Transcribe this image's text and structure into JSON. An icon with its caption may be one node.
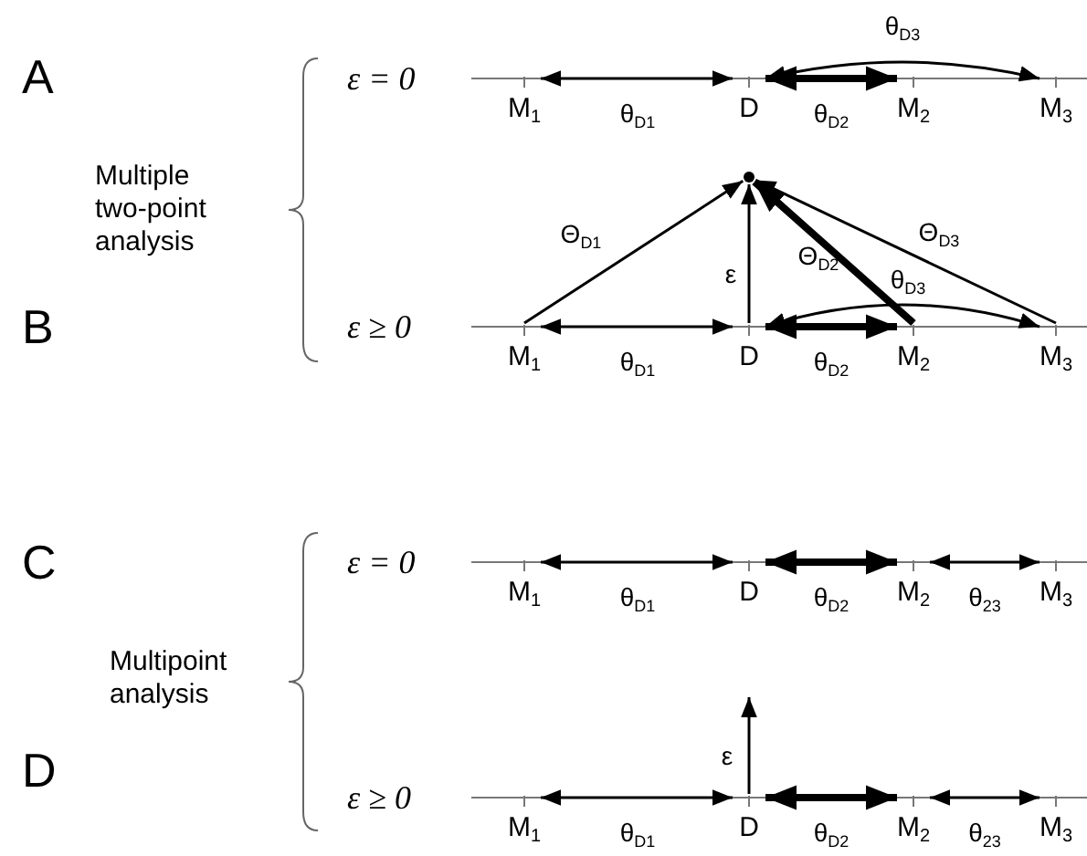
{
  "diagram": {
    "nodes": [
      {
        "text": [
          "M$_{1}$"
        ]
      },
      {
        "text": [
          "D"
        ]
      },
      {
        "text": [
          "M$_{2}$"
        ]
      },
      {
        "text": [
          "M$_{3}$"
        ]
      },
      {
        "text": [],
        "shape": "point"
      },
      {
        "text": [
          "M$_{1}$"
        ]
      },
      {
        "text": [
          "D"
        ]
      },
      {
        "text": [
          "M$_{2}$"
        ]
      },
      {
        "text": [
          "M$_{3}$"
        ]
      },
      {
        "text": [
          "M$_{1}$"
        ]
      },
      {
        "text": [
          "D"
        ]
      },
      {
        "text": [
          "M$_{2}$"
        ]
      },
      {
        "text": [
          "M$_{3}$"
        ]
      },
      {
        "text": [
          "M$_{1}$"
        ]
      },
      {
        "text": [
          "D"
        ]
      },
      {
        "text": [
          "M$_{2}$"
        ]
      },
      {
        "text": [
          "M$_{3}$"
        ]
      }
    ],
    "edges": [
      {
        "from": 0,
        "to": 1,
        "arrow": "both",
        "label": "θ$_{D1}$"
      },
      {
        "from": 1,
        "to": 2,
        "arrow": "both",
        "label": "θ$_{D2}$",
        "style": "thick"
      },
      {
        "from": 1,
        "to": 3,
        "arrow": "both",
        "label": "θ$_{D3}$"
      },
      {
        "from": 5,
        "to": 4,
        "arrow": "to",
        "label": "Θ$_{D1}$"
      },
      {
        "from": 6,
        "to": 4,
        "arrow": "to",
        "label": "ε"
      },
      {
        "from": 7,
        "to": 4,
        "arrow": "to",
        "label": "Θ$_{D2}$",
        "style": "thick"
      },
      {
        "from": 8,
        "to": 4,
        "arrow": "to",
        "label": "Θ$_{D3}$"
      },
      {
        "from": 5,
        "to": 6,
        "arrow": "both",
        "label": "θ$_{D1}$"
      },
      {
        "from": 6,
        "to": 7,
        "arrow": "both",
        "label": "θ$_{D2}$",
        "style": "thick"
      },
      {
        "from": 6,
        "to": 8,
        "arrow": "both",
        "label": "θ$_{D3}$"
      },
      {
        "from": 9,
        "to": 10,
        "arrow": "both",
        "label": "θ$_{D1}$"
      },
      {
        "from": 10,
        "to": 11,
        "arrow": "both",
        "label": "θ$_{D2}$",
        "style": "thick"
      },
      {
        "from": 11,
        "to": 12,
        "arrow": "both",
        "label": "θ$_{23}$"
      },
      {
        "from": 14,
        "to": null,
        "arrow": "to",
        "label": "ε"
      },
      {
        "from": 13,
        "to": 14,
        "arrow": "both",
        "label": "θ$_{D1}$"
      },
      {
        "from": 14,
        "to": 15,
        "arrow": "both",
        "label": "θ$_{D2}$",
        "style": "thick"
      },
      {
        "from": 15,
        "to": 16,
        "arrow": "both",
        "label": "θ$_{23}$"
      }
    ],
    "labels": [
      "A",
      "ε = 0",
      "Multiple two-point analysis",
      "B",
      "ε ≥ 0",
      "C",
      "ε = 0",
      "Multipoint analysis",
      "D",
      "ε ≥ 0"
    ]
  }
}
